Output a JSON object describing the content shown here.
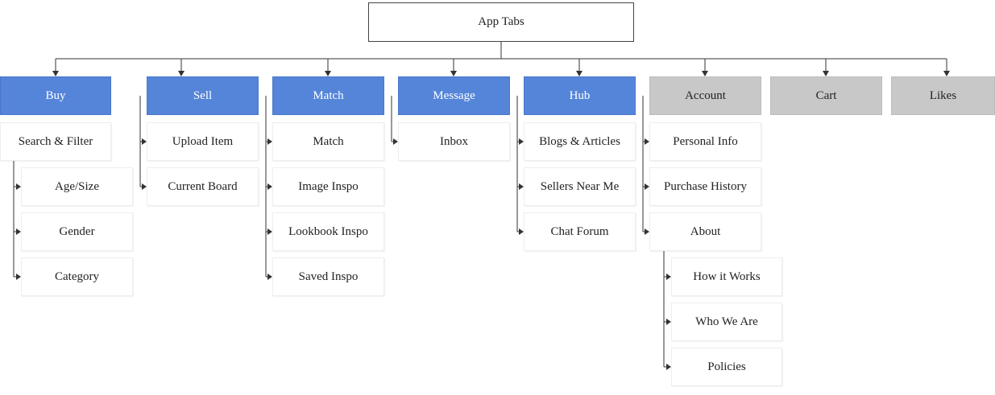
{
  "root": {
    "label": "App Tabs"
  },
  "tabs": [
    {
      "id": "buy",
      "label": "Buy",
      "color": "#5585d9",
      "children": [
        {
          "label": "Search & Filter",
          "children": [
            {
              "label": "Age/Size"
            },
            {
              "label": "Gender"
            },
            {
              "label": "Category"
            }
          ]
        }
      ]
    },
    {
      "id": "sell",
      "label": "Sell",
      "color": "#5585d9",
      "children": [
        {
          "label": "Upload Item"
        },
        {
          "label": "Current Board"
        }
      ]
    },
    {
      "id": "match",
      "label": "Match",
      "color": "#5585d9",
      "children": [
        {
          "label": "Match"
        },
        {
          "label": "Image Inspo"
        },
        {
          "label": "Lookbook Inspo"
        },
        {
          "label": "Saved Inspo"
        }
      ]
    },
    {
      "id": "message",
      "label": "Message",
      "color": "#5585d9",
      "children": [
        {
          "label": "Inbox"
        }
      ]
    },
    {
      "id": "hub",
      "label": "Hub",
      "color": "#5585d9",
      "children": [
        {
          "label": "Blogs & Articles"
        },
        {
          "label": "Sellers Near Me"
        },
        {
          "label": "Chat Forum"
        }
      ]
    },
    {
      "id": "account",
      "label": "Account",
      "color": "#c8c8c8",
      "children": [
        {
          "label": "Personal Info"
        },
        {
          "label": "Purchase History"
        },
        {
          "label": "About",
          "children": [
            {
              "label": "How it Works"
            },
            {
              "label": "Who We Are"
            },
            {
              "label": "Policies"
            }
          ]
        }
      ]
    },
    {
      "id": "cart",
      "label": "Cart",
      "color": "#c8c8c8",
      "children": []
    },
    {
      "id": "likes",
      "label": "Likes",
      "color": "#c8c8c8",
      "children": []
    }
  ]
}
